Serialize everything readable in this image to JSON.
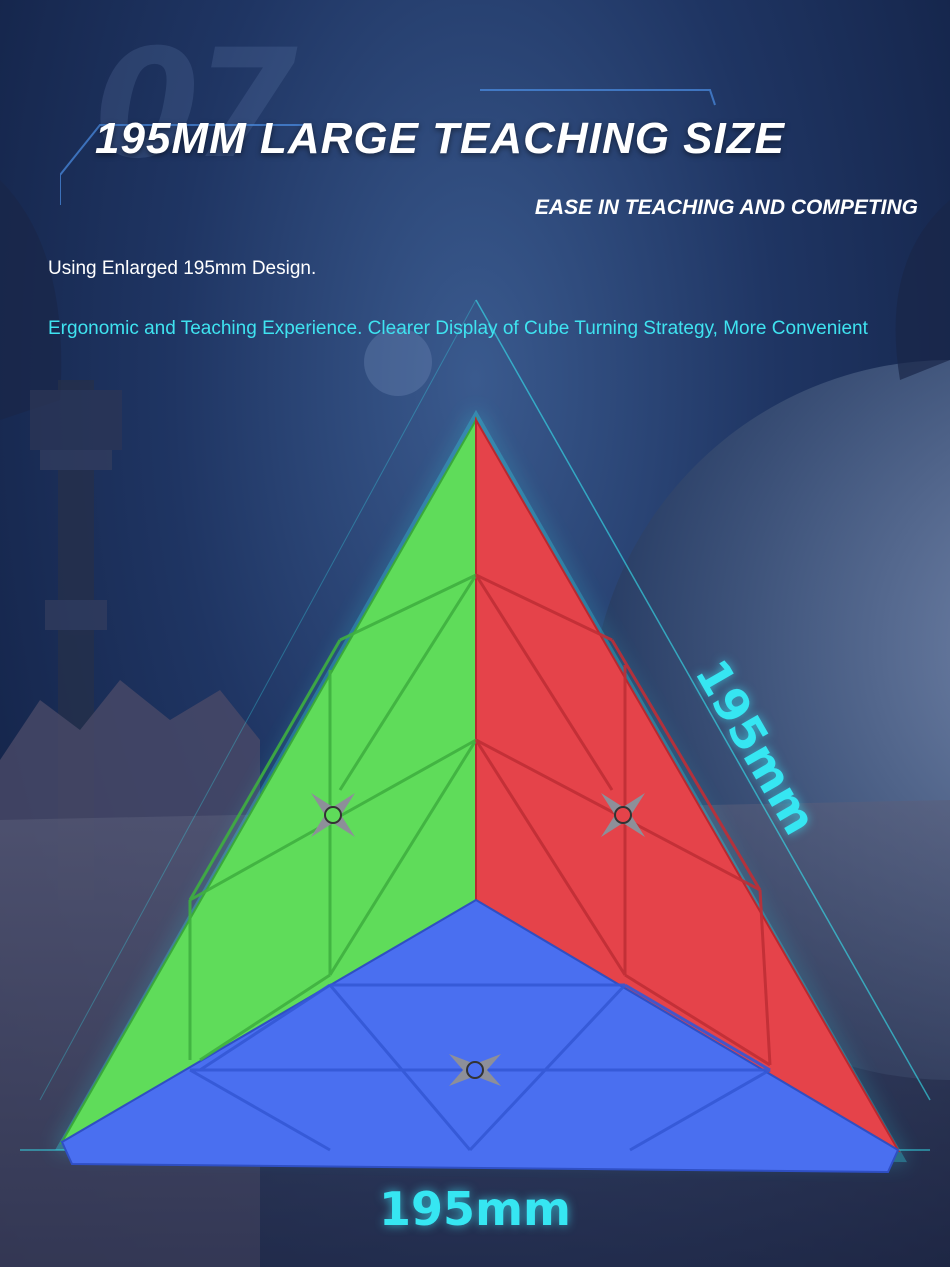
{
  "header": {
    "title": "195MM LARGE TEACHING SIZE",
    "subtitle": "EASE IN TEACHING AND COMPETING"
  },
  "description": {
    "line1": "Using Enlarged 195mm Design.",
    "line2": "Ergonomic and Teaching Experience. Clearer Display of Cube Turning Strategy, More Convenient"
  },
  "dimensions": {
    "side_label": "195mm",
    "bottom_label": "195mm"
  },
  "colors": {
    "accent_cyan": "#36e6f2",
    "face_green": "#5fdc5a",
    "face_red": "#e5434a",
    "face_blue": "#4a6ff0"
  },
  "icons": [
    "pyramid-cube-icon"
  ]
}
